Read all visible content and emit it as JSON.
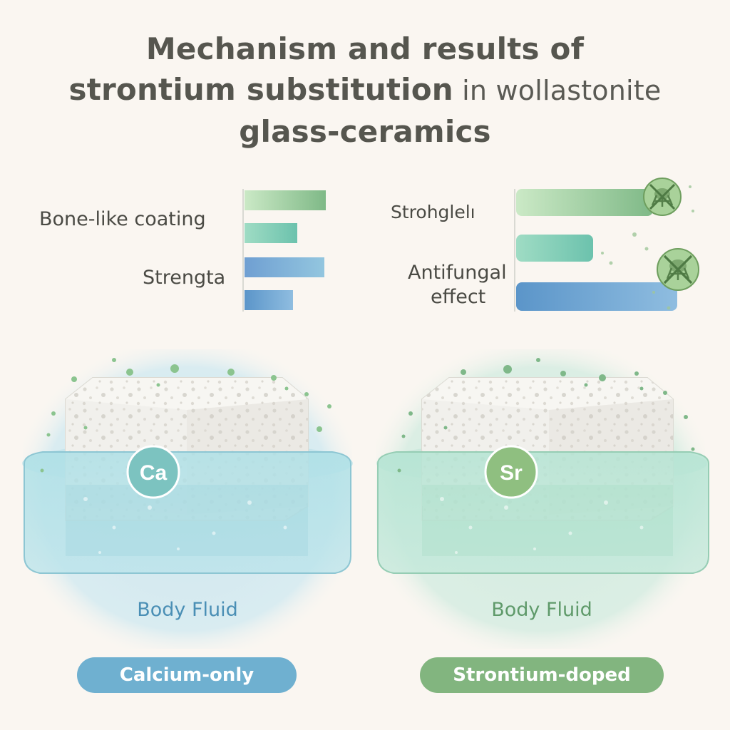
{
  "title": {
    "line1": "Mechanism and results of",
    "line2_bold": "strontium substitution",
    "line2_light": " in wollastonite",
    "line3": "glass-ceramics"
  },
  "left_chart": {
    "labels": [
      "Bone-like coating",
      "Strengta"
    ],
    "values": [
      1.0,
      0.65,
      0.98,
      0.6
    ]
  },
  "right_chart": {
    "labels": [
      "Strohglelı",
      "Antifungal",
      "effect"
    ],
    "values": [
      0.85,
      0.48,
      1.0
    ]
  },
  "icons": [
    "fungus-crossed-icon",
    "fungus-crossed-icon"
  ],
  "left_panel": {
    "ion": "Ca",
    "fluid_label": "Body Fluid",
    "pill": "Calcium-only"
  },
  "right_panel": {
    "ion": "Sr",
    "fluid_label": "Body Fluid",
    "pill": "Strontium-doped"
  },
  "colors": {
    "calcium": "#6fb0d0",
    "calcium_label": "#4a8fb5",
    "ca_badge": "#7cc3c0",
    "strontium": "#82b57f",
    "strontium_label": "#5f9a6a",
    "sr_badge": "#8fbf80"
  }
}
